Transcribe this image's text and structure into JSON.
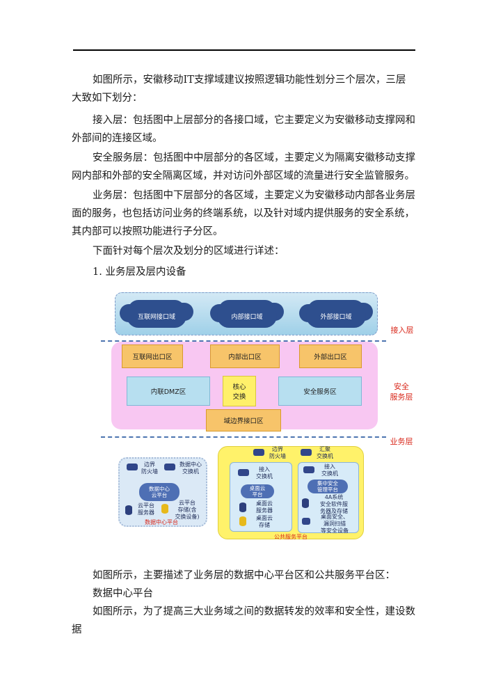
{
  "paragraphs": {
    "p1": "如图所示，安徽移动IT支撑域建议按照逻辑功能性划分三个层次，三层大致如下划分：",
    "p2": "接入层：包括图中上层部分的各接口域，它主要定义为安徽移动支撑网和外部间的连接区域。",
    "p3": "安全服务层：包括图中中层部分的各区域，主要定义为隔离安徽移动支撑网内部和外部的安全隔离区域，并对访问外部区域的流量进行安全监管服务。",
    "p4": "业务层：包括图中下层部分的各区域，主要定义为安徽移动内部各业务层面的服务，也包括访问业务的终端系统，以及针对域内提供服务的安全系统，其内部可以按照功能进行子分区。",
    "p5": "下面针对每个层次及划分的区域进行详述：",
    "p6": "1.  业务层及层内设备",
    "p7": "如图所示，主要描述了业务层的数据中心平台区和公共服务平台区：",
    "p8": "数据中心平台",
    "p9": "如图所示，为了提高三大业务域之间的数据转发的效率和安全性，建设数据"
  },
  "diagram": {
    "layers": {
      "access": "接入层",
      "security_line1": "安全",
      "security_line2": "服务层",
      "business": "业务层"
    },
    "access_clouds": [
      "互联网接口域",
      "内部接口域",
      "外部接口域"
    ],
    "security": {
      "exits": [
        "互联网出口区",
        "内部出口区",
        "外部出口区"
      ],
      "dmz": "内联DMZ区",
      "core_line1": "核心",
      "core_line2": "交换",
      "secure_service": "安全服务区",
      "border": "域边界接口区"
    },
    "datacenter": {
      "firewall": "边界\n防火墙",
      "switch": "数据中心\n交换机",
      "cloud": "数据中心\n云平台",
      "server": "云平台\n服务器",
      "storage": "云平台\n存储(含\n交换设备)",
      "caption": "数据中心平台"
    },
    "public_service": {
      "firewall": "边界\n防火墙",
      "core": "汇聚\n交换机",
      "left_switch": "接入\n交换机",
      "desktop_cloud": "桌面云\n平台",
      "desktop_server": "桌面云\n服务器",
      "desktop_storage": "桌面云\n存储",
      "right_switch": "接入\n交换机",
      "security_mgmt": "集中安全\n管理平台",
      "four_a": "4A系统\n安全软件服\n务器及存储",
      "security_devices": "桌面安全、\n漏洞扫描\n等安全设备",
      "caption": "公共服务平台"
    }
  }
}
